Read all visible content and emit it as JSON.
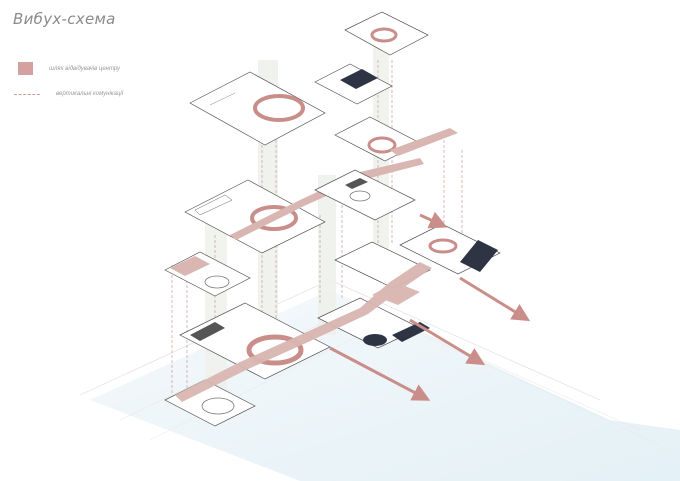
{
  "title": "Вибух-схема",
  "legend": {
    "items": [
      {
        "label": "шлях відвідувачів центру",
        "kind": "swatch",
        "color": "#d4a0a0"
      },
      {
        "label": "вертикальні комунікації",
        "kind": "dash",
        "color": "#c99a9a"
      }
    ]
  },
  "colors": {
    "route": "#d9b6b2",
    "route_dark": "#c98e8a",
    "line": "#5a5a5a",
    "water": "#e9f3f7",
    "dark_fill": "#2f3445",
    "shaft": "#eef1ea"
  }
}
